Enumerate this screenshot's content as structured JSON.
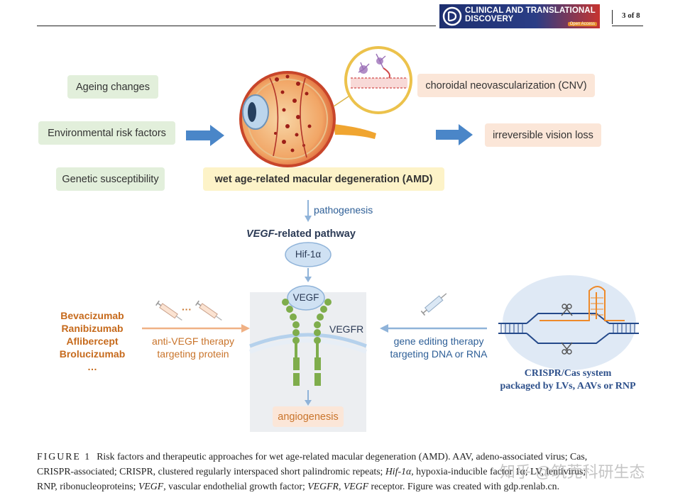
{
  "header": {
    "journal_line1": "CLINICAL AND TRANSLATIONAL",
    "journal_line2": "DISCOVERY",
    "badge": "Open Access",
    "page": "3 of 8"
  },
  "figure": {
    "risk_factors": [
      "Ageing changes",
      "Environmental risk factors",
      "Genetic susceptibility"
    ],
    "cnv": "choroidal neovascularization (CNV)",
    "vision_loss": "irreversible vision loss",
    "amd": "wet age-related macular degeneration (AMD)",
    "pathogenesis": "pathogenesis",
    "pathway_title_italic": "VEGF",
    "pathway_title_rest": "-related pathway",
    "hif": "Hif-1α",
    "vegf": "VEGF",
    "vegfr": "VEGFR",
    "angiogenesis": "angiogenesis",
    "drugs": [
      "Bevacizumab",
      "Ranibizumab",
      "Aflibercept",
      "Brolucizumab",
      "…"
    ],
    "syringe_dots": "···",
    "anti_vegf_line1": "anti-VEGF therapy",
    "anti_vegf_line2": "targeting protein",
    "gene_line1": "gene editing therapy",
    "gene_line2": "targeting DNA or RNA",
    "crispr_line1": "CRISPR/Cas system",
    "crispr_line2": "packaged by LVs, AAVs or RNP"
  },
  "caption": {
    "label": "FIGURE 1",
    "line1": "Risk factors and therapeutic approaches for wet age-related macular degeneration (AMD). AAV, adeno-associated virus; Cas,",
    "line2a": "CRISPR-associated; CRISPR, clustered regularly interspaced short palindromic repeats; ",
    "line2_hif": "Hif-1α",
    "line2b": ", hypoxia-inducible factor 1α; LV, lentivirus;",
    "line3a": "RNP, ribonucleoproteins; ",
    "line3_vegf": "VEGF",
    "line3b": ", vascular endothelial growth factor; ",
    "line3_vegfr": "VEGFR",
    "line3c": ", ",
    "line3_vegf2": "VEGF",
    "line3d": " receptor. Figure was created with gdp.renlab.cn."
  },
  "watermark": "知乎 @筑莞科研生态",
  "colors": {
    "green_box": "#e2efdb",
    "orange_box": "#fbe6d8",
    "yellow_box": "#fdf3c8",
    "arrow_blue": "#4a86c8",
    "drug_orange": "#c66a1c",
    "crispr_blue": "#2c4f8a"
  }
}
